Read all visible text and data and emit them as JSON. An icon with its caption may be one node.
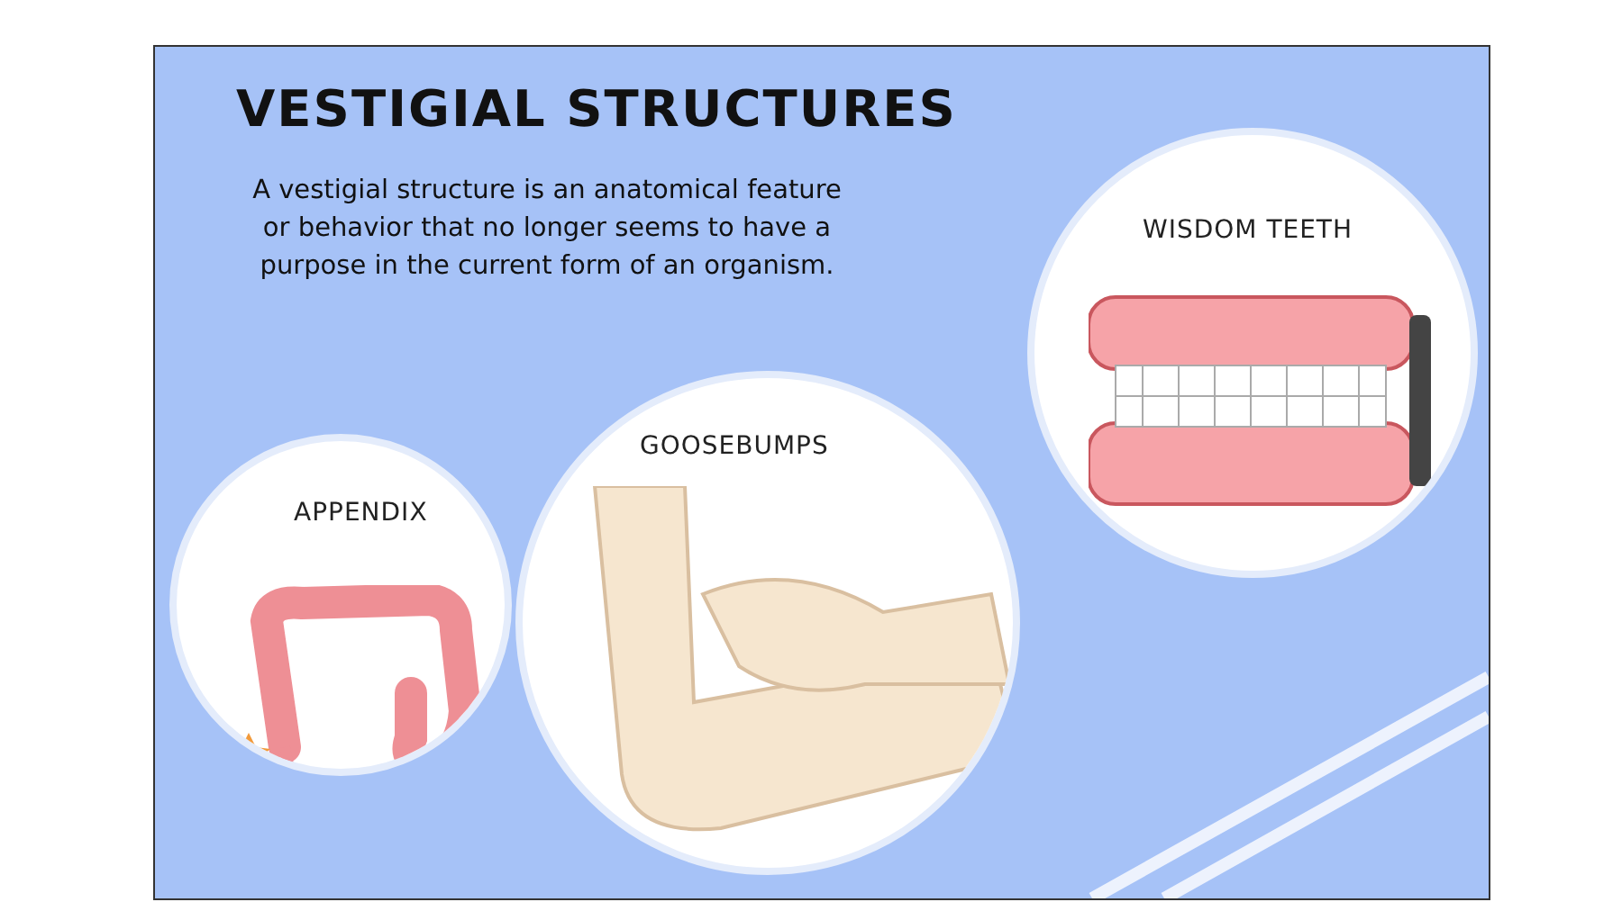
{
  "diagram": {
    "title": "VESTIGIAL STRUCTURES",
    "nodes": [
      {
        "text": [
          "APPENDIX"
        ]
      },
      {
        "text": [
          "GOOSEBUMPS"
        ]
      },
      {
        "text": [
          "WISDOM TEETH"
        ]
      }
    ],
    "labels": [
      "A vestigial structure is an anatomical feature or behavior that no longer seems to have a purpose in the current form of an organism."
    ]
  }
}
